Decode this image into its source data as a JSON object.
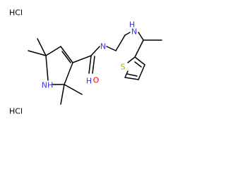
{
  "molecule": {
    "salts": {
      "top": "HCl",
      "bottom": "HCl"
    },
    "atoms": {
      "nh": "NH",
      "amide_n": "N",
      "amide_h": "H",
      "amine_n": "N",
      "amine_h": "H",
      "oxygen": "O",
      "sulfur": "S"
    },
    "colors": {
      "bond": "#000000",
      "nitrogen": "#3333ff",
      "oxygen": "#ff0000",
      "sulfur": "#b3b300",
      "salt": "#000000"
    }
  }
}
